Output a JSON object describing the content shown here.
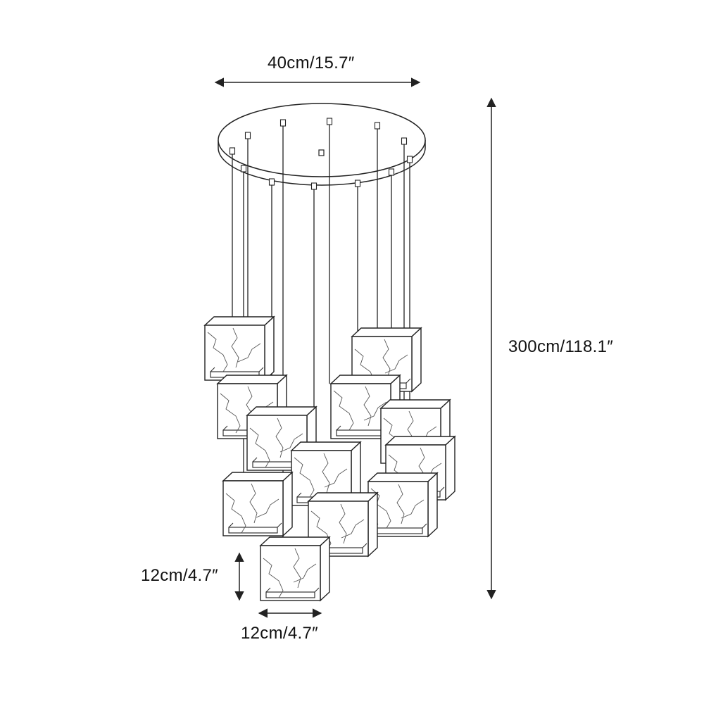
{
  "dimensions": {
    "canopy_diameter": "40cm/15.7″",
    "overall_height": "300cm/118.1″",
    "shade_height": "12cm/4.7″",
    "shade_width": "12cm/4.7″"
  },
  "pendant_count": 12,
  "colors": {
    "line": "#222222",
    "background": "#ffffff",
    "marble_vein": "#555555"
  }
}
